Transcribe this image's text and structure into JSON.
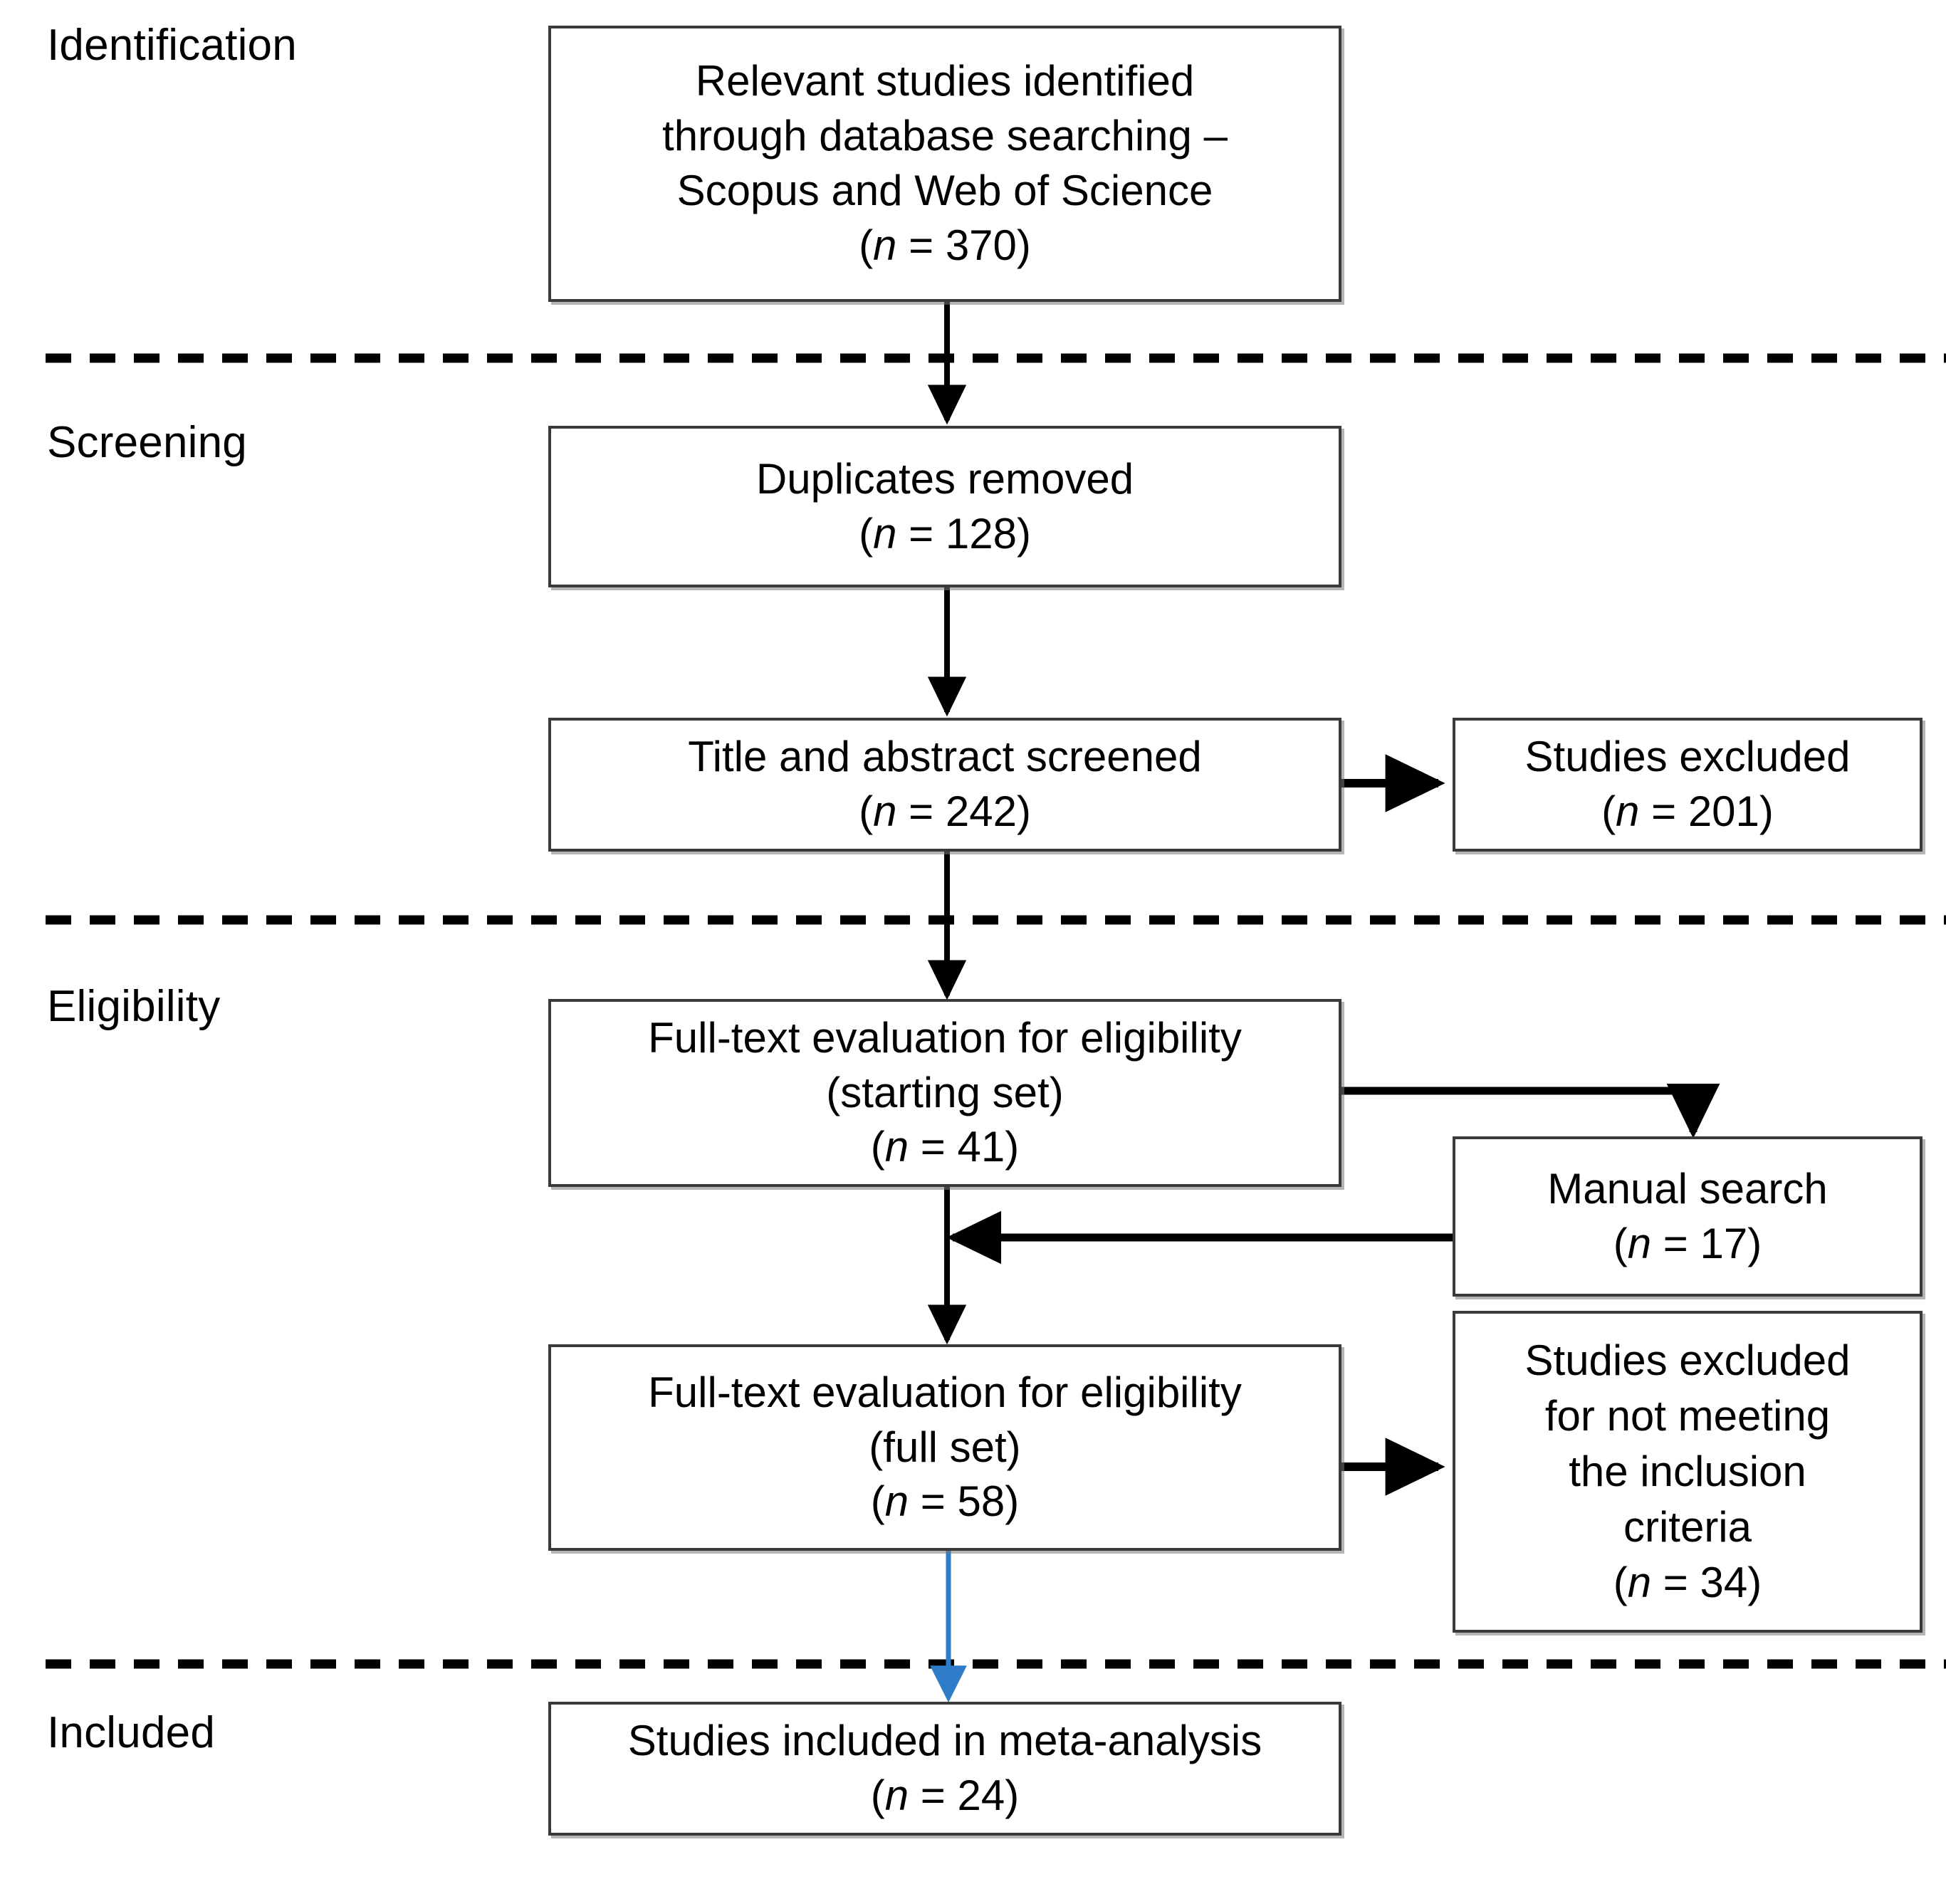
{
  "diagram": {
    "type": "prisma-flow-diagram",
    "stages": [
      {
        "id": "identification",
        "label": "Identification"
      },
      {
        "id": "screening",
        "label": "Screening"
      },
      {
        "id": "eligibility",
        "label": "Eligibility"
      },
      {
        "id": "included",
        "label": "Included"
      }
    ],
    "boxes": [
      {
        "id": "identified",
        "stage": "identification",
        "lines": [
          "Relevant studies identified",
          "through database searching –",
          "Scopus and Web of Science"
        ],
        "count_prefix": "(",
        "count_n": "n",
        "count_eq": " = ",
        "count_value": "370",
        "count_suffix": ")",
        "count_line": "(n = 370)"
      },
      {
        "id": "duplicates",
        "stage": "screening",
        "lines": [
          "Duplicates removed"
        ],
        "count_line": "(n = 128)",
        "count_value": "128"
      },
      {
        "id": "title-abstract",
        "stage": "screening",
        "lines": [
          "Title and abstract screened"
        ],
        "count_line": "(n = 242)",
        "count_value": "242"
      },
      {
        "id": "excluded-screening",
        "stage": "screening",
        "lines": [
          "Studies excluded"
        ],
        "count_line": "(n = 201)",
        "count_value": "201"
      },
      {
        "id": "fulltext-starting",
        "stage": "eligibility",
        "lines": [
          "Full-text evaluation for eligibility",
          "(starting set)"
        ],
        "count_line": "(n = 41)",
        "count_value": "41"
      },
      {
        "id": "manual-search",
        "stage": "eligibility",
        "lines": [
          "Manual search"
        ],
        "count_line": "(n = 17)",
        "count_value": "17"
      },
      {
        "id": "fulltext-full",
        "stage": "eligibility",
        "lines": [
          "Full-text evaluation for eligibility",
          "(full set)"
        ],
        "count_line": "(n = 58)",
        "count_value": "58"
      },
      {
        "id": "excluded-eligibility",
        "stage": "eligibility",
        "lines": [
          "Studies excluded",
          "for not meeting",
          "the inclusion",
          "criteria"
        ],
        "count_line": "(n = 34)",
        "count_value": "34"
      },
      {
        "id": "included-meta",
        "stage": "included",
        "lines": [
          "Studies included in meta-analysis"
        ],
        "count_line": "(n = 24)",
        "count_value": "24"
      }
    ],
    "colors": {
      "box_border": "#3a3a3a",
      "box_fill": "#ffffff",
      "connector": "#000000",
      "highlight_connector": "#2E7BC8",
      "divider": "#000000",
      "text": "#000000"
    },
    "dividers": [
      {
        "id": "divider-identification-screening",
        "style": "dashed"
      },
      {
        "id": "divider-screening-eligibility",
        "style": "dashed"
      },
      {
        "id": "divider-eligibility-included",
        "style": "dashed"
      }
    ],
    "connectors": [
      {
        "id": "identified-to-duplicates",
        "color": "#000000"
      },
      {
        "id": "duplicates-to-title-abstract",
        "color": "#000000"
      },
      {
        "id": "title-abstract-to-excluded",
        "color": "#000000"
      },
      {
        "id": "title-abstract-to-fulltext-start",
        "color": "#000000"
      },
      {
        "id": "fulltext-start-to-manual-search",
        "color": "#000000"
      },
      {
        "id": "manual-search-to-fulltext-full",
        "color": "#000000"
      },
      {
        "id": "fulltext-start-to-fulltext-full",
        "color": "#000000"
      },
      {
        "id": "fulltext-full-to-excluded",
        "color": "#000000"
      },
      {
        "id": "fulltext-full-to-included",
        "color": "#2E7BC8"
      }
    ]
  }
}
